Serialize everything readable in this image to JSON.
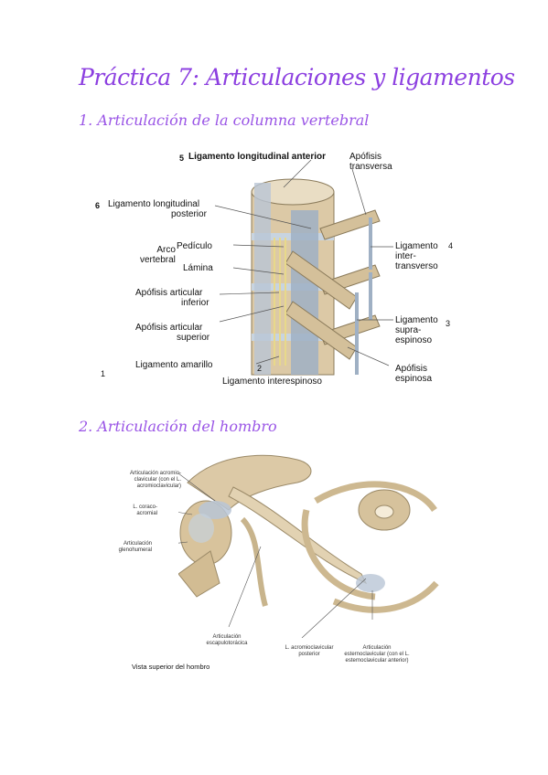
{
  "title": "Práctica 7: Articulaciones y ligamentos",
  "section1": {
    "heading": "1.  Articulación de la columna vertebral",
    "labels": {
      "lig_long_ant": "Ligamento longitudinal anterior",
      "lig_long_ant_num": "5",
      "apofisis_transversa_1": "Apófisis",
      "apofisis_transversa_2": "transversa",
      "lig_long_post_num": "6",
      "lig_long_post_1": "Ligamento longitudinal",
      "lig_long_post_2": "posterior",
      "arco_1": "Arco",
      "arco_2": "vertebral",
      "pediculo": "Pedículo",
      "lamina": "Lámina",
      "ap_art_inf_1": "Apófisis articular",
      "ap_art_inf_2": "inferior",
      "ap_art_sup_1": "Apófisis articular",
      "ap_art_sup_2": "superior",
      "lig_amarillo": "Ligamento amarillo",
      "lig_amarillo_num": "1",
      "lig_interespinoso": "Ligamento interespinoso",
      "lig_interespinoso_num": "2",
      "lig_intertransverso_1": "Ligamento",
      "lig_intertransverso_2": "inter-",
      "lig_intertransverso_3": "transverso",
      "lig_intertransverso_num": "4",
      "lig_supraespinoso_1": "Ligamento",
      "lig_supraespinoso_2": "supra-",
      "lig_supraespinoso_3": "espinoso",
      "lig_supraespinoso_num": "3",
      "apofisis_espinosa_1": "Apófisis",
      "apofisis_espinosa_2": "espinosa"
    }
  },
  "section2": {
    "heading": "2.  Articulación del hombro",
    "labels": {
      "acromio_1": "Articulación acromio-",
      "acromio_2": "clavicular (con el L.",
      "acromio_3": "acromioclavicular)",
      "coraco_1": "L. coraco-",
      "coraco_2": "acromial",
      "gleno_1": "Articulación",
      "gleno_2": "glenohumeral",
      "escapulo_1": "Articulación",
      "escapulo_2": "escapulotorácica",
      "acromioclav_post_1": "L. acromioclavicular",
      "acromioclav_post_2": "posterior",
      "esterno_1": "Articulación",
      "esterno_2": "esternoclavicular (con el L.",
      "esterno_3": "esternoclavicular anterior)"
    },
    "caption": "Vista superior del hombro"
  },
  "colors": {
    "title": "#8c3fe0",
    "heading": "#9a55e6",
    "bone": "#dcc9a6",
    "ligament": "#9fb0c4",
    "yellow_ligament": "#e8d98a"
  }
}
